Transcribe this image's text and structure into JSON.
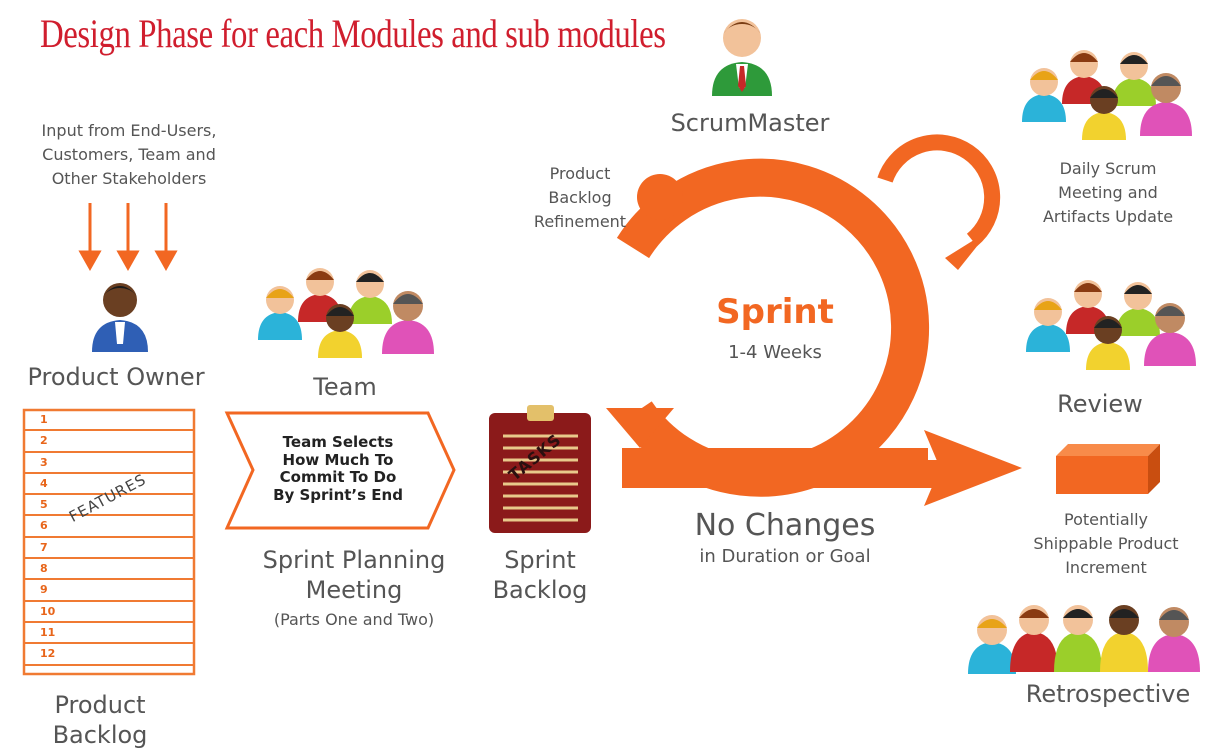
{
  "title": "Design Phase for each Modules and sub modules",
  "input_text": [
    "Input from End-Users,",
    "Customers, Team and",
    "Other Stakeholders"
  ],
  "product_owner": "Product Owner",
  "product_backlog": [
    "Product",
    "Backlog"
  ],
  "backlog_rows": [
    "1",
    "2",
    "3",
    "4",
    "5",
    "6",
    "7",
    "8",
    "9",
    "10",
    "11",
    "12"
  ],
  "features_label": "FEATURES",
  "team": "Team",
  "planning_box": [
    "Team Selects",
    "How Much To",
    "Commit To Do",
    "By Sprint’s End"
  ],
  "planning_meeting": [
    "Sprint Planning",
    "Meeting"
  ],
  "planning_parts": "(Parts One and Two)",
  "tasks_label": "TASKS",
  "sprint_backlog": [
    "Sprint",
    "Backlog"
  ],
  "scrum_master": "ScrumMaster",
  "refinement": [
    "Product",
    "Backlog",
    "Refinement"
  ],
  "sprint": "Sprint",
  "sprint_duration": "1-4 Weeks",
  "no_changes": "No Changes",
  "no_changes_sub": "in Duration or Goal",
  "daily_scrum": [
    "Daily Scrum",
    "Meeting and",
    "Artifacts Update"
  ],
  "review": "Review",
  "increment": [
    "Potentially",
    "Shippable Product",
    "Increment"
  ],
  "retrospective": "Retrospective",
  "colors": {
    "accent": "#f26722",
    "title": "#d01e2e",
    "text": "#555555"
  }
}
